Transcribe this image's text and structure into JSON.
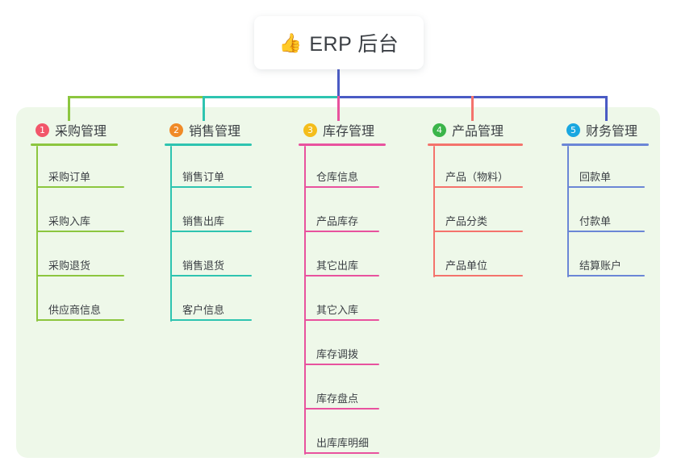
{
  "title": {
    "icon": "thumbs-up-icon",
    "icon_glyph": "👍",
    "text": "ERP 后台"
  },
  "palette": {
    "panel_bg": "#eef8e9",
    "page_bg": "#ffffff",
    "text": "#3b3f44",
    "branch_green": "#7ac143",
    "branch_teal": "#0fc0a6",
    "branch_pink": "#e8479b",
    "branch_red": "#f4605a",
    "branch_blue": "#4a5bc4",
    "stem_blue": "#4a5bc4",
    "badge_1": "#f2566a",
    "badge_2": "#f08a27",
    "badge_3": "#f4bd1b",
    "badge_4": "#3bb54a",
    "badge_5": "#19a7e0"
  },
  "columns": [
    {
      "number": "1",
      "title": "采购管理",
      "badge_color": "#f2566a",
      "line_color": "#8cc63f",
      "items": [
        "采购订单",
        "采购入库",
        "采购退货",
        "供应商信息"
      ]
    },
    {
      "number": "2",
      "title": "销售管理",
      "badge_color": "#f08a27",
      "line_color": "#2ec4b0",
      "items": [
        "销售订单",
        "销售出库",
        "销售退货",
        "客户信息"
      ]
    },
    {
      "number": "3",
      "title": "库存管理",
      "badge_color": "#f4bd1b",
      "line_color": "#e8529e",
      "items": [
        "仓库信息",
        "产品库存",
        "其它出库",
        "其它入库",
        "库存调拨",
        "库存盘点",
        "出库库明细"
      ]
    },
    {
      "number": "4",
      "title": "产品管理",
      "badge_color": "#3bb54a",
      "line_color": "#f4736c",
      "items": [
        "产品（物料）",
        "产品分类",
        "产品单位"
      ]
    },
    {
      "number": "5",
      "title": "财务管理",
      "badge_color": "#19a7e0",
      "line_color": "#6b86d6",
      "items": [
        "回款单",
        "付款单",
        "结算账户"
      ]
    }
  ]
}
